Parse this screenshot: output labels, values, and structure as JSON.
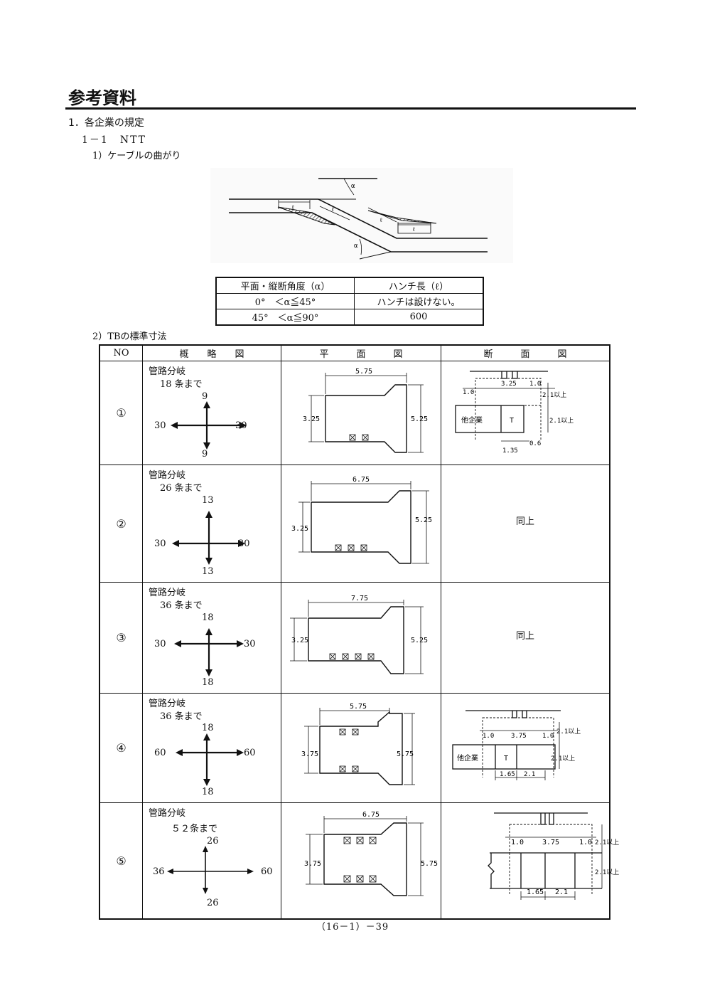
{
  "header": {
    "title": "参考資料",
    "section1": "1．各企業の規定",
    "section1_1": "1－1　NTT",
    "item1": "1）ケーブルの曲がり",
    "item2": "2）TBの標準寸法"
  },
  "figure1": {
    "alpha": "α",
    "ell": "ℓ"
  },
  "angle_table": {
    "headers": [
      "平面・縦断角度（α）",
      "ハンチ長（ℓ）"
    ],
    "rows": [
      [
        "0°　＜α≦45°",
        "ハンチは設けない。"
      ],
      [
        "45°　＜α≦90°",
        "600"
      ]
    ]
  },
  "tb_table": {
    "headers": [
      "NO",
      "概　　略　　図",
      "平　　　面　　　図",
      "断　　　面　　　図"
    ],
    "rows": [
      {
        "no": "①",
        "label": "管路分岐",
        "count": "18 条まで",
        "top": "9",
        "left": "30",
        "right": "30",
        "bottom": "9",
        "plan": {
          "width": "5.75",
          "left_h": "3.25",
          "right_h": "5.25"
        },
        "section": {
          "w1": "1.0",
          "w2": "3.25",
          "w3": "1.0",
          "h1": "2.1以上",
          "h2": "2.1以上",
          "other": "他企業",
          "t": "T",
          "b1": "1.35",
          "b2": "0.6"
        }
      },
      {
        "no": "②",
        "label": "管路分岐",
        "count": "26 条まで",
        "top": "13",
        "left": "30",
        "right": "30",
        "bottom": "13",
        "plan": {
          "width": "6.75",
          "left_h": "3.25",
          "right_h": "5.25"
        },
        "section_text": "同上"
      },
      {
        "no": "③",
        "label": "管路分岐",
        "count": "36 条まで",
        "top": "18",
        "left": "30",
        "right": "30",
        "bottom": "18",
        "plan": {
          "width": "7.75",
          "left_h": "3.25",
          "right_h": "5.25"
        },
        "section_text": "同上"
      },
      {
        "no": "④",
        "label": "管路分岐",
        "count": "36 条まで",
        "top": "18",
        "left": "60",
        "right": "60",
        "bottom": "18",
        "plan": {
          "width": "5.75",
          "left_h": "3.75",
          "right_h": "5.75"
        },
        "section": {
          "w1": "1.0",
          "w2": "3.75",
          "w3": "1.0",
          "h1": "2.1以上",
          "h2": "2.1以上",
          "other": "他企業",
          "t": "T",
          "b1": "1.65",
          "b2": "2.1"
        }
      },
      {
        "no": "⑤",
        "label": "管路分岐",
        "count": "５２条まで",
        "top": "26",
        "left": "36",
        "right": "60",
        "bottom": "26",
        "plan": {
          "width": "6.75",
          "left_h": "3.75",
          "right_h": "5.75"
        },
        "section": {
          "w1": "1.0",
          "w2": "3.75",
          "w3": "1.0",
          "h1": "2.1以上",
          "h2": "2.1以上",
          "b1": "1.65",
          "b2": "2.1"
        }
      }
    ]
  },
  "footer": {
    "page": "（16－1）－39"
  }
}
